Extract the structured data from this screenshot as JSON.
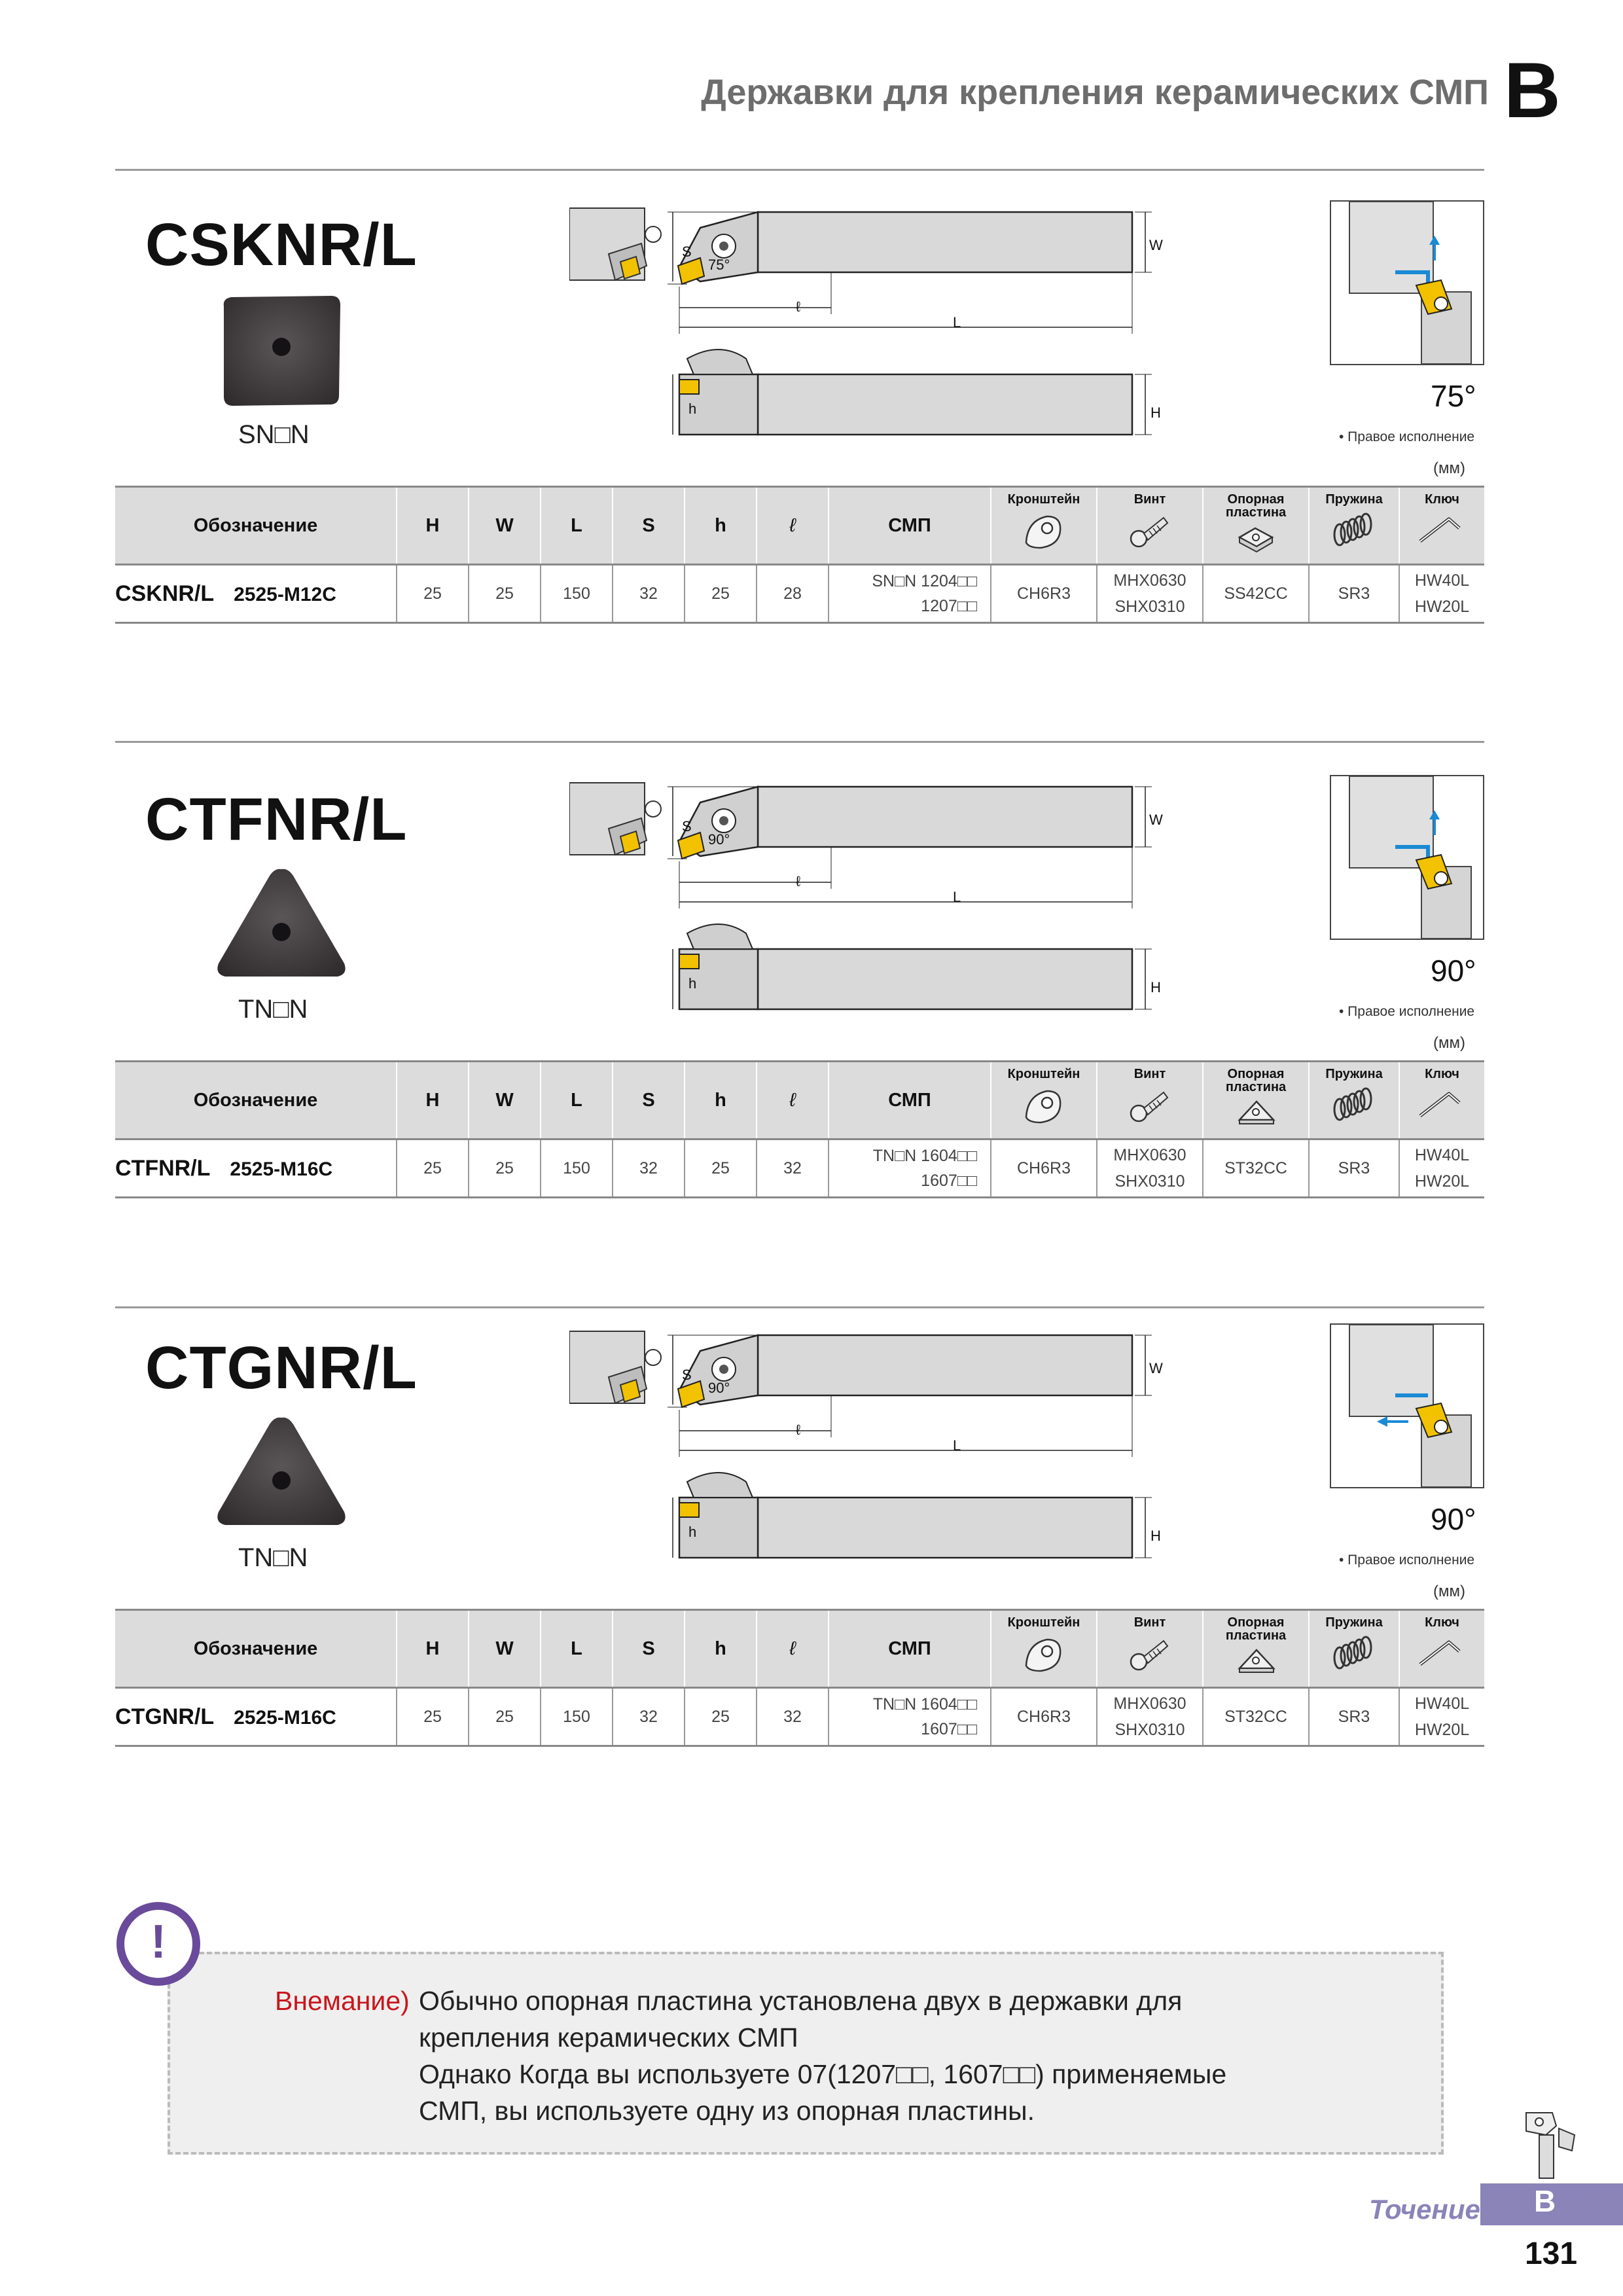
{
  "header": {
    "title": "Державки для крепления керамических СМП",
    "section_letter": "B"
  },
  "accessory_headers": {
    "bracket": "Кронштейн",
    "screw": "Винт",
    "shim_line1": "Опорная",
    "shim_line2": "пластина",
    "spring": "Пружина",
    "key": "Ключ"
  },
  "table_headers": {
    "designation": "Обозначение",
    "H": "H",
    "W": "W",
    "L": "L",
    "S": "S",
    "h": "h",
    "l": "ℓ",
    "smp": "СМП"
  },
  "sections": [
    {
      "code": "CSKNR/L",
      "insert_label": "SN□N",
      "angle": "75°",
      "angle_small": "75°",
      "note": "• Правое исполнение",
      "unit": "(мм)",
      "dims": {
        "S": "S",
        "W": "W",
        "L": "L",
        "l": "ℓ",
        "h": "h",
        "H": "H"
      },
      "row": {
        "code": "CSKNR/L",
        "size": "2525-M12C",
        "H": "25",
        "W": "25",
        "L": "150",
        "S": "32",
        "h": "25",
        "l": "28",
        "smp1": "SN□N 1204□□",
        "smp2": "1207□□",
        "bracket": "CH6R3",
        "screw1": "MHX0630",
        "screw2": "SHX0310",
        "shim": "SS42CC",
        "spring": "SR3",
        "key1": "HW40L",
        "key2": "HW20L"
      }
    },
    {
      "code": "CTFNR/L",
      "insert_label": "TN□N",
      "angle": "90°",
      "angle_small": "90°",
      "note": "• Правое исполнение",
      "unit": "(мм)",
      "dims": {
        "S": "S",
        "W": "W",
        "L": "L",
        "l": "ℓ",
        "h": "h",
        "H": "H"
      },
      "row": {
        "code": "CTFNR/L",
        "size": "2525-M16C",
        "H": "25",
        "W": "25",
        "L": "150",
        "S": "32",
        "h": "25",
        "l": "32",
        "smp1": "TN□N 1604□□",
        "smp2": "1607□□",
        "bracket": "CH6R3",
        "screw1": "MHX0630",
        "screw2": "SHX0310",
        "shim": "ST32CC",
        "spring": "SR3",
        "key1": "HW40L",
        "key2": "HW20L"
      }
    },
    {
      "code": "CTGNR/L",
      "insert_label": "TN□N",
      "angle": "90°",
      "angle_small": "90°",
      "note": "• Правое исполнение",
      "unit": "(мм)",
      "dims": {
        "S": "S",
        "W": "W",
        "L": "L",
        "l": "ℓ",
        "h": "h",
        "H": "H"
      },
      "row": {
        "code": "CTGNR/L",
        "size": "2525-M16C",
        "H": "25",
        "W": "25",
        "L": "150",
        "S": "32",
        "h": "25",
        "l": "32",
        "smp1": "TN□N 1604□□",
        "smp2": "1607□□",
        "bracket": "CH6R3",
        "screw1": "MHX0630",
        "screw2": "SHX0310",
        "shim": "ST32CC",
        "spring": "SR3",
        "key1": "HW40L",
        "key2": "HW20L"
      }
    }
  ],
  "warning": {
    "label": "Внемание)",
    "line1": "Обычно опорная пластина установлена двух в державки для",
    "line2": "крепления керамических СМП",
    "line3": "Однако Когда вы используете 07(1207□□, 1607□□) применяемые",
    "line4": "СМП, вы используете одну из опорная пластины."
  },
  "footer": {
    "section_word": "Точение",
    "section_letter": "B",
    "page_number": "131"
  },
  "colors": {
    "accent": "#8a84b8",
    "warning_red": "#c8161d",
    "warning_circle": "#6a4a9a",
    "insert_yellow": "#f2c200",
    "holder_gray": "#d9d9d9"
  }
}
